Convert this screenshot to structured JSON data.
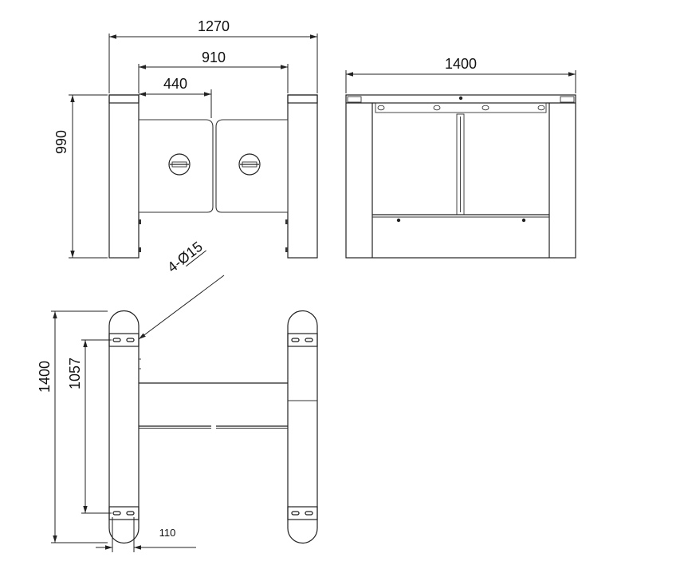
{
  "dimensions": {
    "front_overall_width": "1270",
    "front_passage_width": "910",
    "front_gate_wing": "440",
    "front_height": "990",
    "side_width": "1400",
    "anchor_holes": "4-Ø15",
    "plan_depth": "1400",
    "plan_anchor_spacing": "1057",
    "plan_pillar_width": "110"
  },
  "colors": {
    "line": "#222222",
    "background": "#ffffff"
  }
}
